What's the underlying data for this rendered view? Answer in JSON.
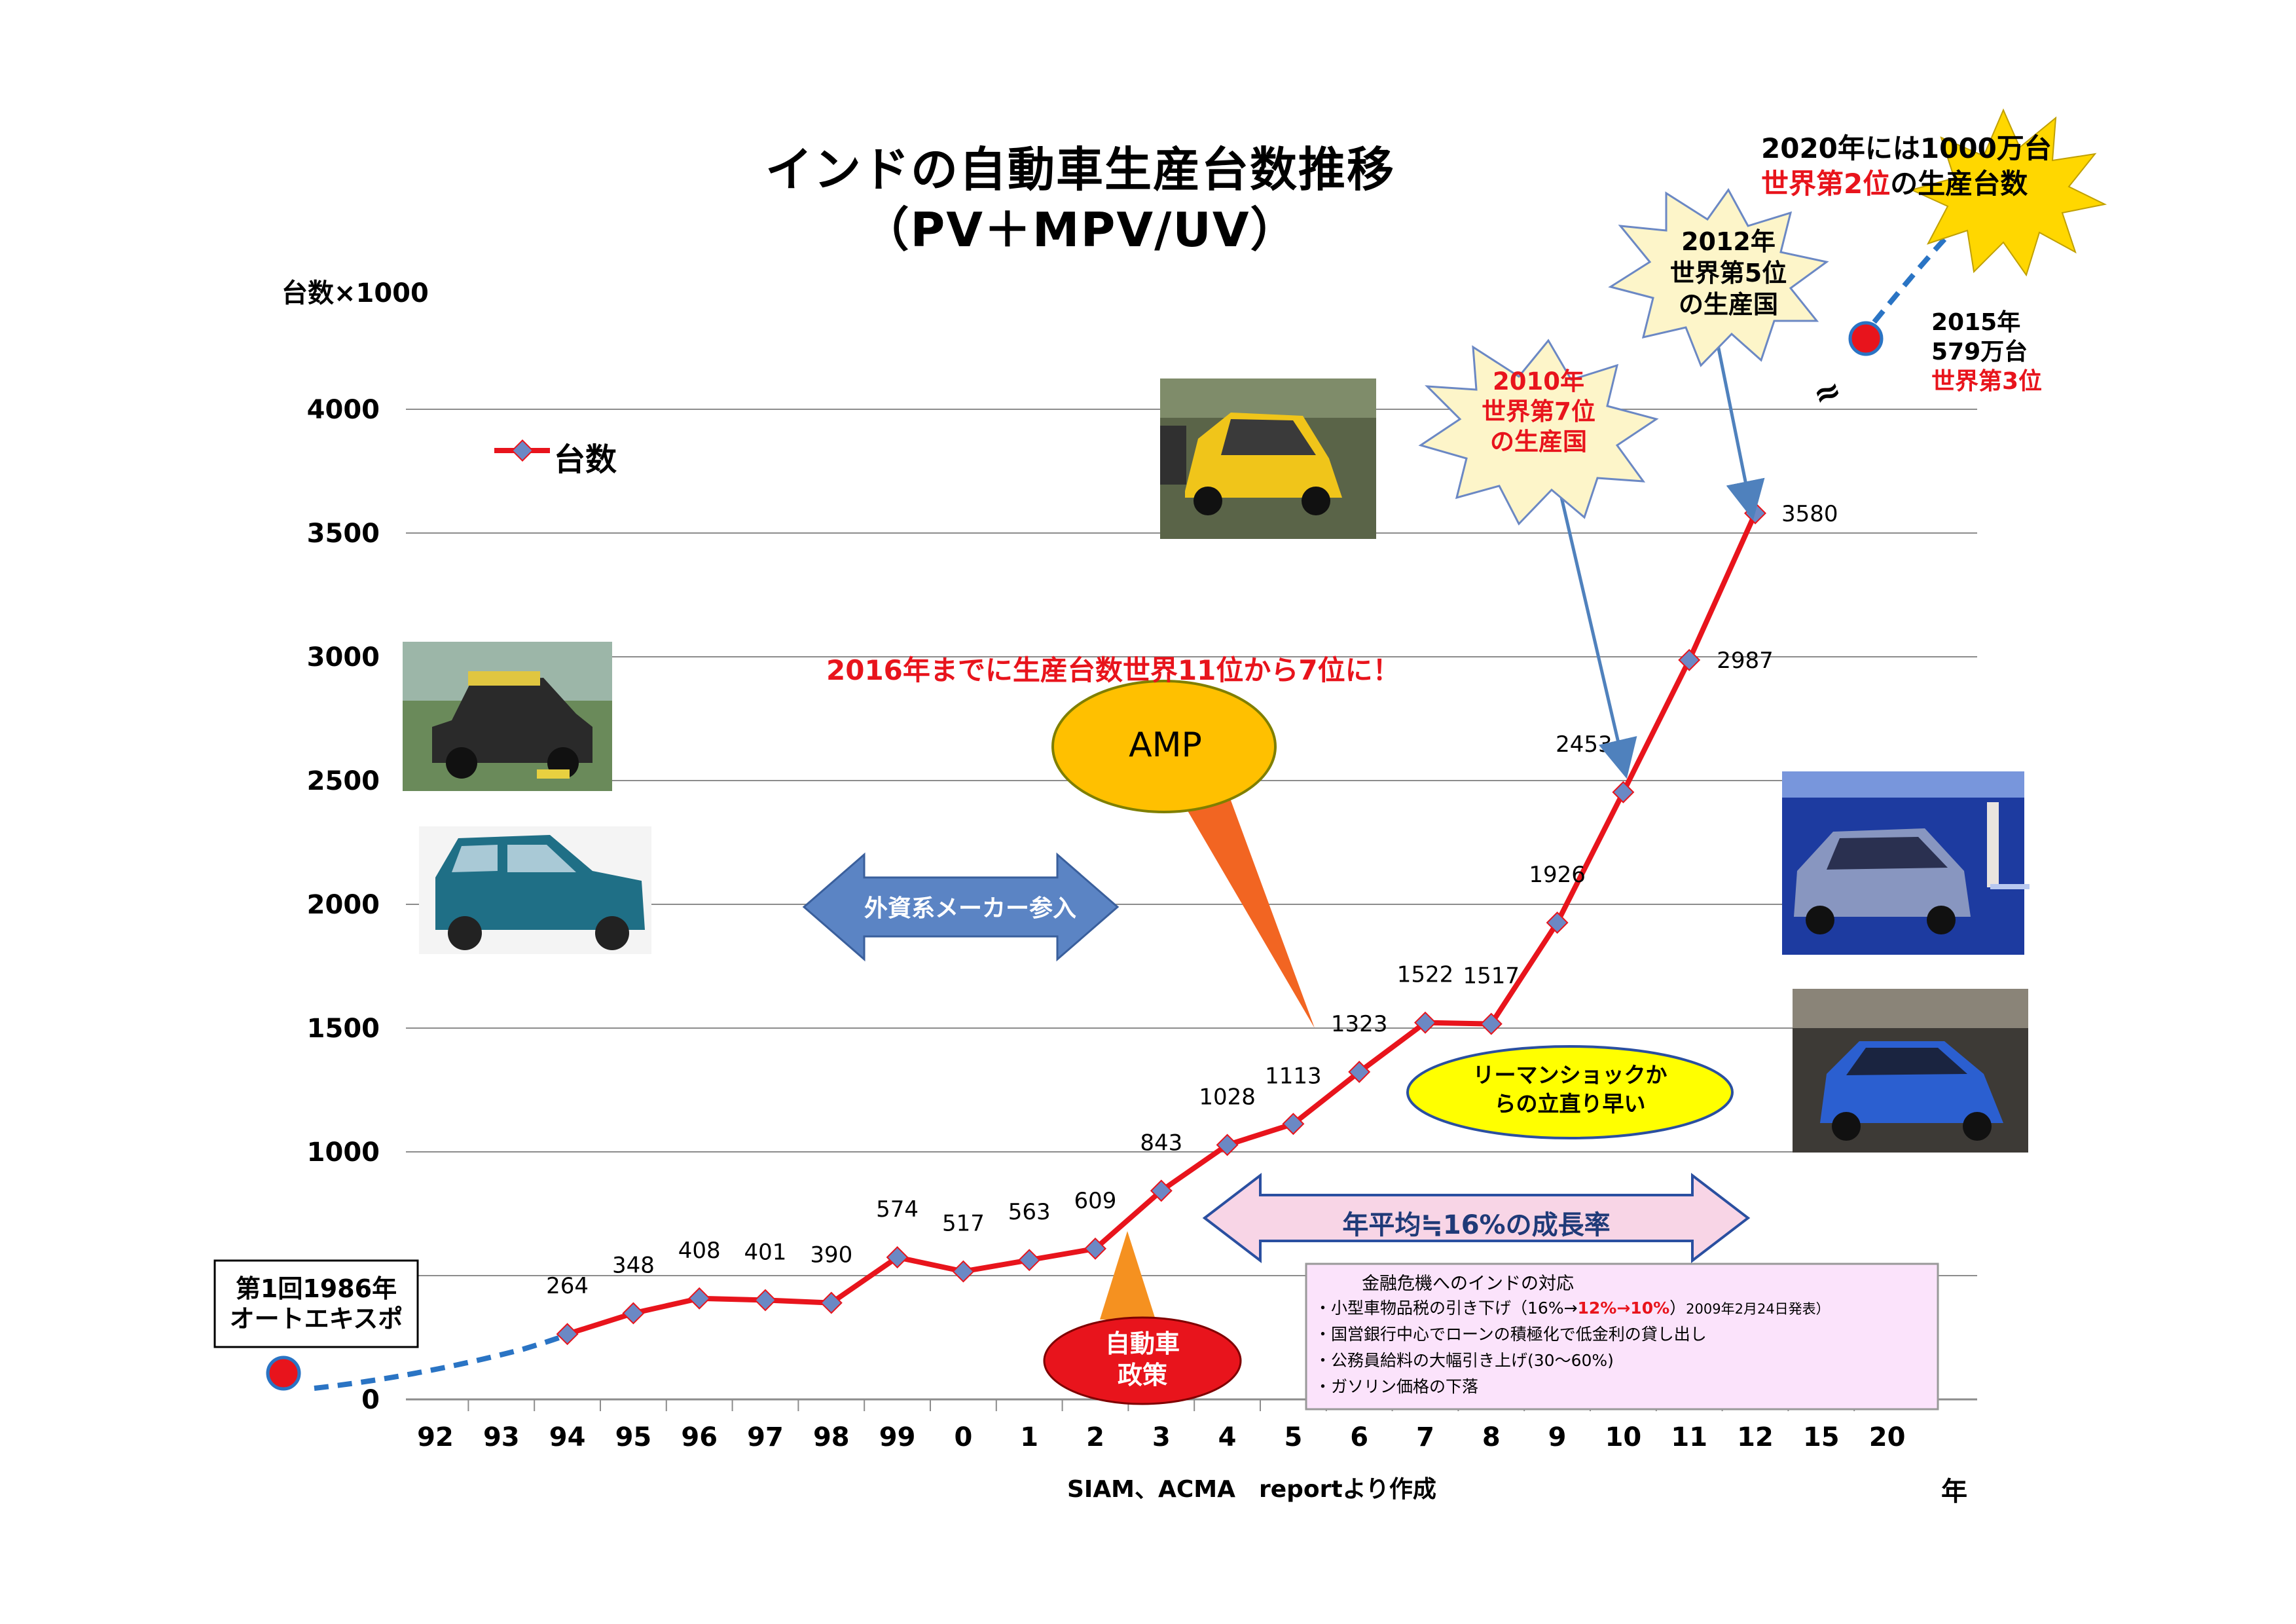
{
  "header": {
    "title_line1": "インドの自動車生産台数推移",
    "title_line2": "（PV＋MPV/UV）",
    "unit_label": "台数×1000"
  },
  "chart_data": {
    "type": "line",
    "title": "インドの自動車生産台数推移（PV＋MPV/UV）",
    "ylabel": "台数×1000",
    "xlabel": "年",
    "ylim": [
      0,
      4000
    ],
    "yticks": [
      "0",
      "500",
      "1000",
      "1500",
      "2000",
      "2500",
      "3000",
      "3500",
      "4000"
    ],
    "grid": true,
    "legend": "top-left",
    "categories": [
      "92",
      "93",
      "94",
      "95",
      "96",
      "97",
      "98",
      "99",
      "0",
      "1",
      "2",
      "3",
      "4",
      "5",
      "6",
      "7",
      "8",
      "9",
      "10",
      "11",
      "12",
      "15",
      "20"
    ],
    "series": [
      {
        "name": "台数",
        "color": "#e8141c",
        "marker_color": "#6b88c4",
        "points": [
          {
            "x": "94",
            "y": 264
          },
          {
            "x": "95",
            "y": 348
          },
          {
            "x": "96",
            "y": 408
          },
          {
            "x": "97",
            "y": 401
          },
          {
            "x": "98",
            "y": 390
          },
          {
            "x": "99",
            "y": 574
          },
          {
            "x": "0",
            "y": 517
          },
          {
            "x": "1",
            "y": 563
          },
          {
            "x": "2",
            "y": 609
          },
          {
            "x": "3",
            "y": 843
          },
          {
            "x": "4",
            "y": 1028
          },
          {
            "x": "5",
            "y": 1113
          },
          {
            "x": "6",
            "y": 1323
          },
          {
            "x": "7",
            "y": 1522
          },
          {
            "x": "8",
            "y": 1517
          },
          {
            "x": "9",
            "y": 1926
          },
          {
            "x": "10",
            "y": 2453
          },
          {
            "x": "11",
            "y": 2987
          },
          {
            "x": "12",
            "y": 3580
          }
        ],
        "data_labels": [
          "264",
          "348",
          "408",
          "401",
          "390",
          "574",
          "517",
          "563",
          "609",
          "843",
          "1028",
          "1113",
          "1323",
          "1522",
          "1517",
          "1926",
          "2453",
          "2987",
          "3580"
        ]
      }
    ]
  },
  "source": "SIAM、ACMA　reportより作成",
  "annotations": {
    "expo_line1": "第1回1986年",
    "expo_line2": "オートエキスポ",
    "headline": "2016年までに生産台数世界11位から7位に！",
    "amp": "AMP",
    "foreign_entry": "外資系メーカー参入",
    "growth": "年平均≒16%の成長率",
    "policy_line1": "自動車",
    "policy_line2": "政策",
    "lehman_line1": "リーマンショックか",
    "lehman_line2": "らの立直り早い",
    "burst2010_l1": "2010年",
    "burst2010_l2": "世界第7位",
    "burst2010_l3": "の生産国",
    "burst2012_l1": "2012年",
    "burst2012_l2": "世界第5位",
    "burst2012_l3": "の生産国",
    "y2020_l1": "2020年には1000万台",
    "y2020_l2a": "世界第2位",
    "y2020_l2b": "の生産台数",
    "y2015_l1": "2015年",
    "y2015_l2": "579万台",
    "y2015_l3": "世界第3位",
    "break_mark": "≈"
  },
  "crisis_box": {
    "title": "金融危機へのインドの対応",
    "line1_a": "・小型車物品税の引き下げ（16%→",
    "line1_b": "12%→10%",
    "line1_c": "）",
    "line1_d": "2009年2月24日発表）",
    "line2": "・国営銀行中心でローンの積極化で低金利の貸し出し",
    "line3": "・公務員給料の大幅引き上げ(30～60%)",
    "line4": "・ガソリン価格の下落"
  },
  "colors": {
    "series_line": "#e8141c",
    "marker": "#6b88c4",
    "dashed": "#2a74c4",
    "red_text": "#e8141c",
    "arrow_blue": "#4f81bd",
    "amp_fill": "#ffc000",
    "yellow_ellipse": "#ffff00",
    "crisis_fill": "#fbe3fb"
  }
}
